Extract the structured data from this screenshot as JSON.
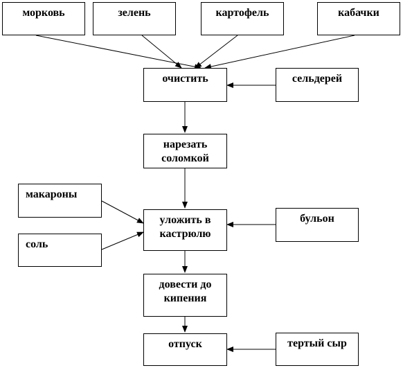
{
  "nodes": {
    "carrot": "морковь",
    "greens": "зелень",
    "potato": "картофель",
    "zucchini": "кабачки",
    "peel": "очистить",
    "celery": "сельдерей",
    "cut": [
      "нарезать",
      "соломкой"
    ],
    "pasta": "макароны",
    "salt": "соль",
    "put": [
      "уложить в",
      "кастрюлю"
    ],
    "broth": "бульон",
    "boil": [
      "довести до",
      "кипения"
    ],
    "serve": "отпуск",
    "cheese": "тертый сыр"
  },
  "colors": {
    "stroke": "#000000",
    "background": "#ffffff"
  }
}
